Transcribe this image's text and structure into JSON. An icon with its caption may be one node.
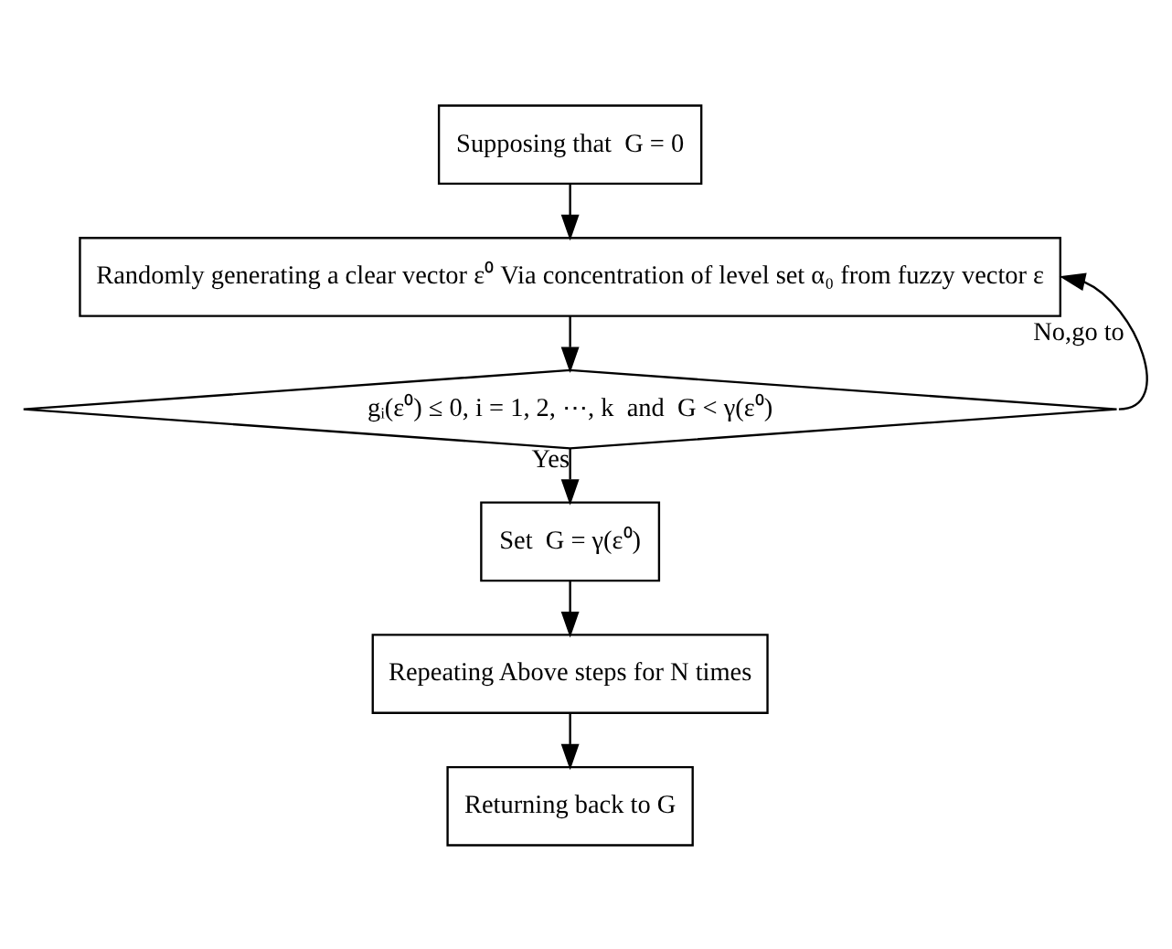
{
  "diagram": {
    "nodes": [
      {
        "text": [
          "Supposing that  G = 0"
        ]
      },
      {
        "text": [
          "Randomly generating a clear vector ε⁰ Via concentration of level set α₀ from fuzzy vector ε"
        ]
      },
      {
        "text": [
          "gᵢ(ε⁰) ≤ 0, i = 1, 2, ⋯, k  and  G < γ(ε⁰)"
        ]
      },
      {
        "text": [
          "Set  G = γ(ε⁰)"
        ]
      },
      {
        "text": [
          "Repeating Above steps for N times"
        ]
      },
      {
        "text": [
          "Returning back to G"
        ]
      }
    ],
    "edges": [
      {
        "from": 0,
        "to": 1,
        "arrow": "to"
      },
      {
        "from": 1,
        "to": 2,
        "arrow": "to"
      },
      {
        "from": 2,
        "to": 3,
        "arrow": "to",
        "label": "Yes"
      },
      {
        "from": 3,
        "to": 4,
        "arrow": "to"
      },
      {
        "from": 4,
        "to": 5,
        "arrow": "to"
      },
      {
        "from": 2,
        "to": 1,
        "arrow": "to",
        "label": "No,go to"
      }
    ]
  }
}
